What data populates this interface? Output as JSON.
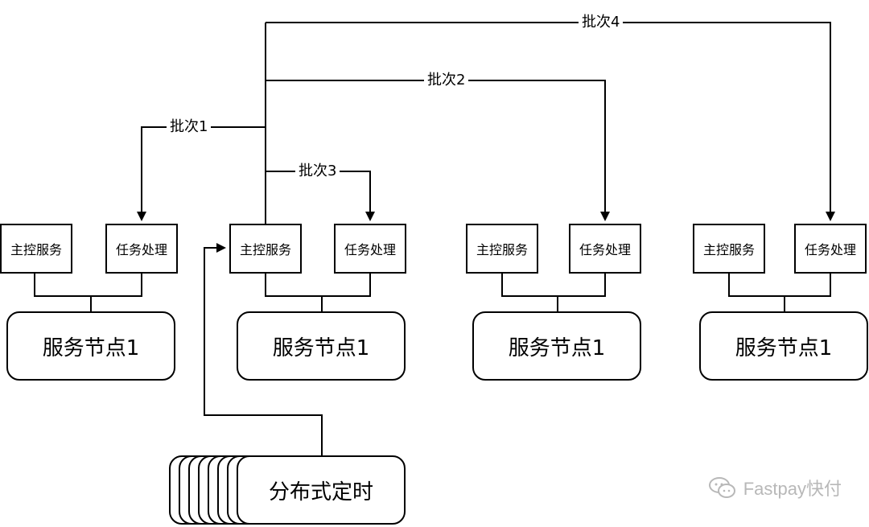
{
  "batches": {
    "batch1": "批次1",
    "batch2": "批次2",
    "batch3": "批次3",
    "batch4": "批次4"
  },
  "clusters": [
    {
      "control_service": "主控服务",
      "task_processing": "任务处理",
      "node_name": "服务节点1"
    },
    {
      "control_service": "主控服务",
      "task_processing": "任务处理",
      "node_name": "服务节点1"
    },
    {
      "control_service": "主控服务",
      "task_processing": "任务处理",
      "node_name": "服务节点1"
    },
    {
      "control_service": "主控服务",
      "task_processing": "任务处理",
      "node_name": "服务节点1"
    }
  ],
  "timer": {
    "label": "分布式定时"
  },
  "watermark": {
    "text": "Fastpay快付",
    "icon": "wechat-icon"
  }
}
